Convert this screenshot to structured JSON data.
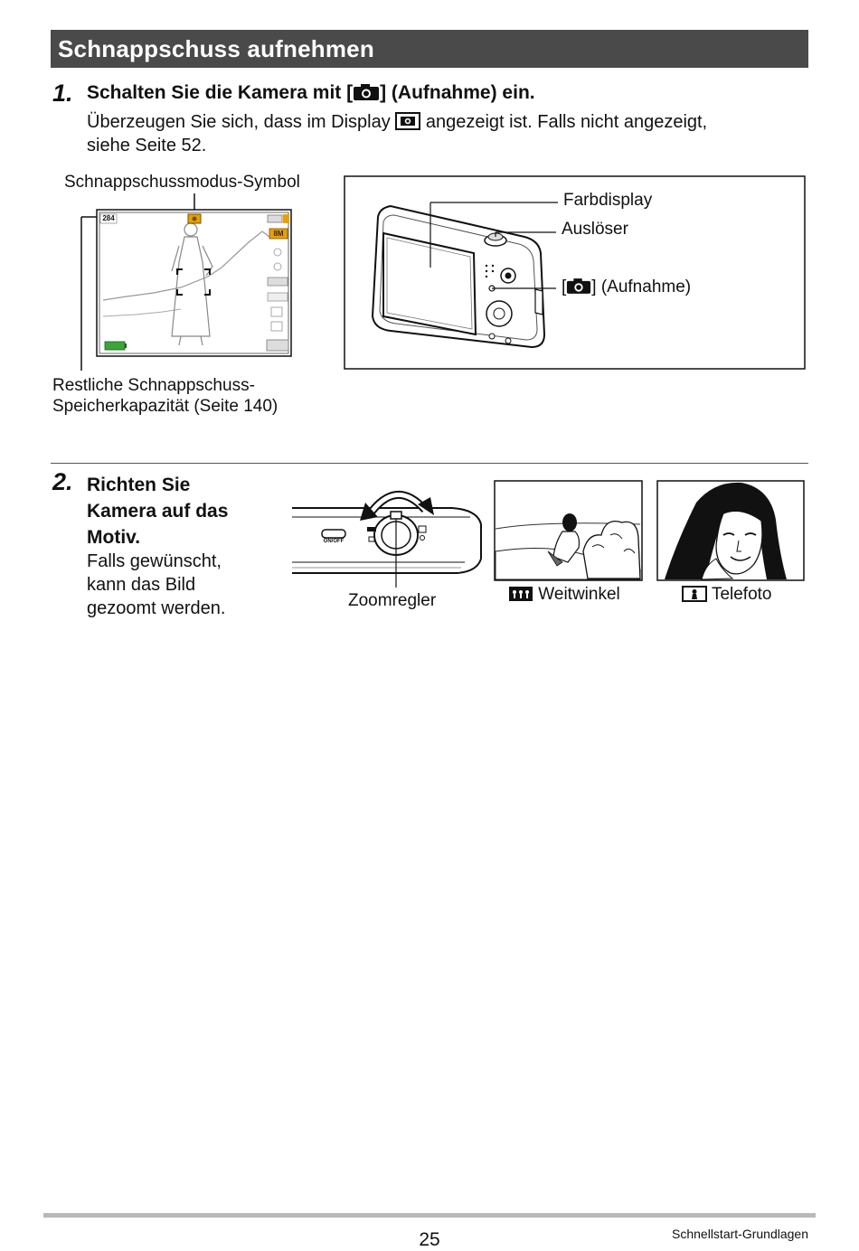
{
  "section": {
    "title": "Schnappschuss aufnehmen"
  },
  "step1": {
    "number": "1.",
    "title_before": "Schalten Sie die Kamera mit [",
    "title_after": "] (Aufnahme) ein.",
    "desc_before": "Überzeugen Sie sich, dass im Display",
    "desc_after": "angezeigt ist. Falls nicht angezeigt,",
    "desc_line2": "siehe Seite 52.",
    "screen_label": "Schnappschussmodus-Symbol",
    "screen_count": "284",
    "screen_size": "8M",
    "capacity_line1": "Restliche Schnappschuss-",
    "capacity_line2": "Speicherkapazität (Seite 140)",
    "camera_labels": {
      "display": "Farbdisplay",
      "shutter": "Auslöser",
      "record_before": "[",
      "record_after": "] (Aufnahme)"
    }
  },
  "step2": {
    "number": "2.",
    "title_lines": [
      "Richten Sie",
      "Kamera auf das",
      "Motiv."
    ],
    "desc_lines": [
      "Falls gewünscht,",
      "kann das Bild",
      "gezoomt werden."
    ],
    "zoom_label": "Zoomregler",
    "onoff_label": "ON/OFF",
    "wide_label": "Weitwinkel",
    "tele_label": "Telefoto"
  },
  "footer": {
    "page_number": "25",
    "chapter": "Schnellstart-Grundlagen"
  },
  "colors": {
    "section_bar": "#4a4a4a",
    "accent_orange": "#e8a100",
    "battery_green": "#3aa63a"
  },
  "icons": [
    "camera-icon",
    "snapshot-mode-icon",
    "wide-angle-icon",
    "telephoto-icon"
  ]
}
